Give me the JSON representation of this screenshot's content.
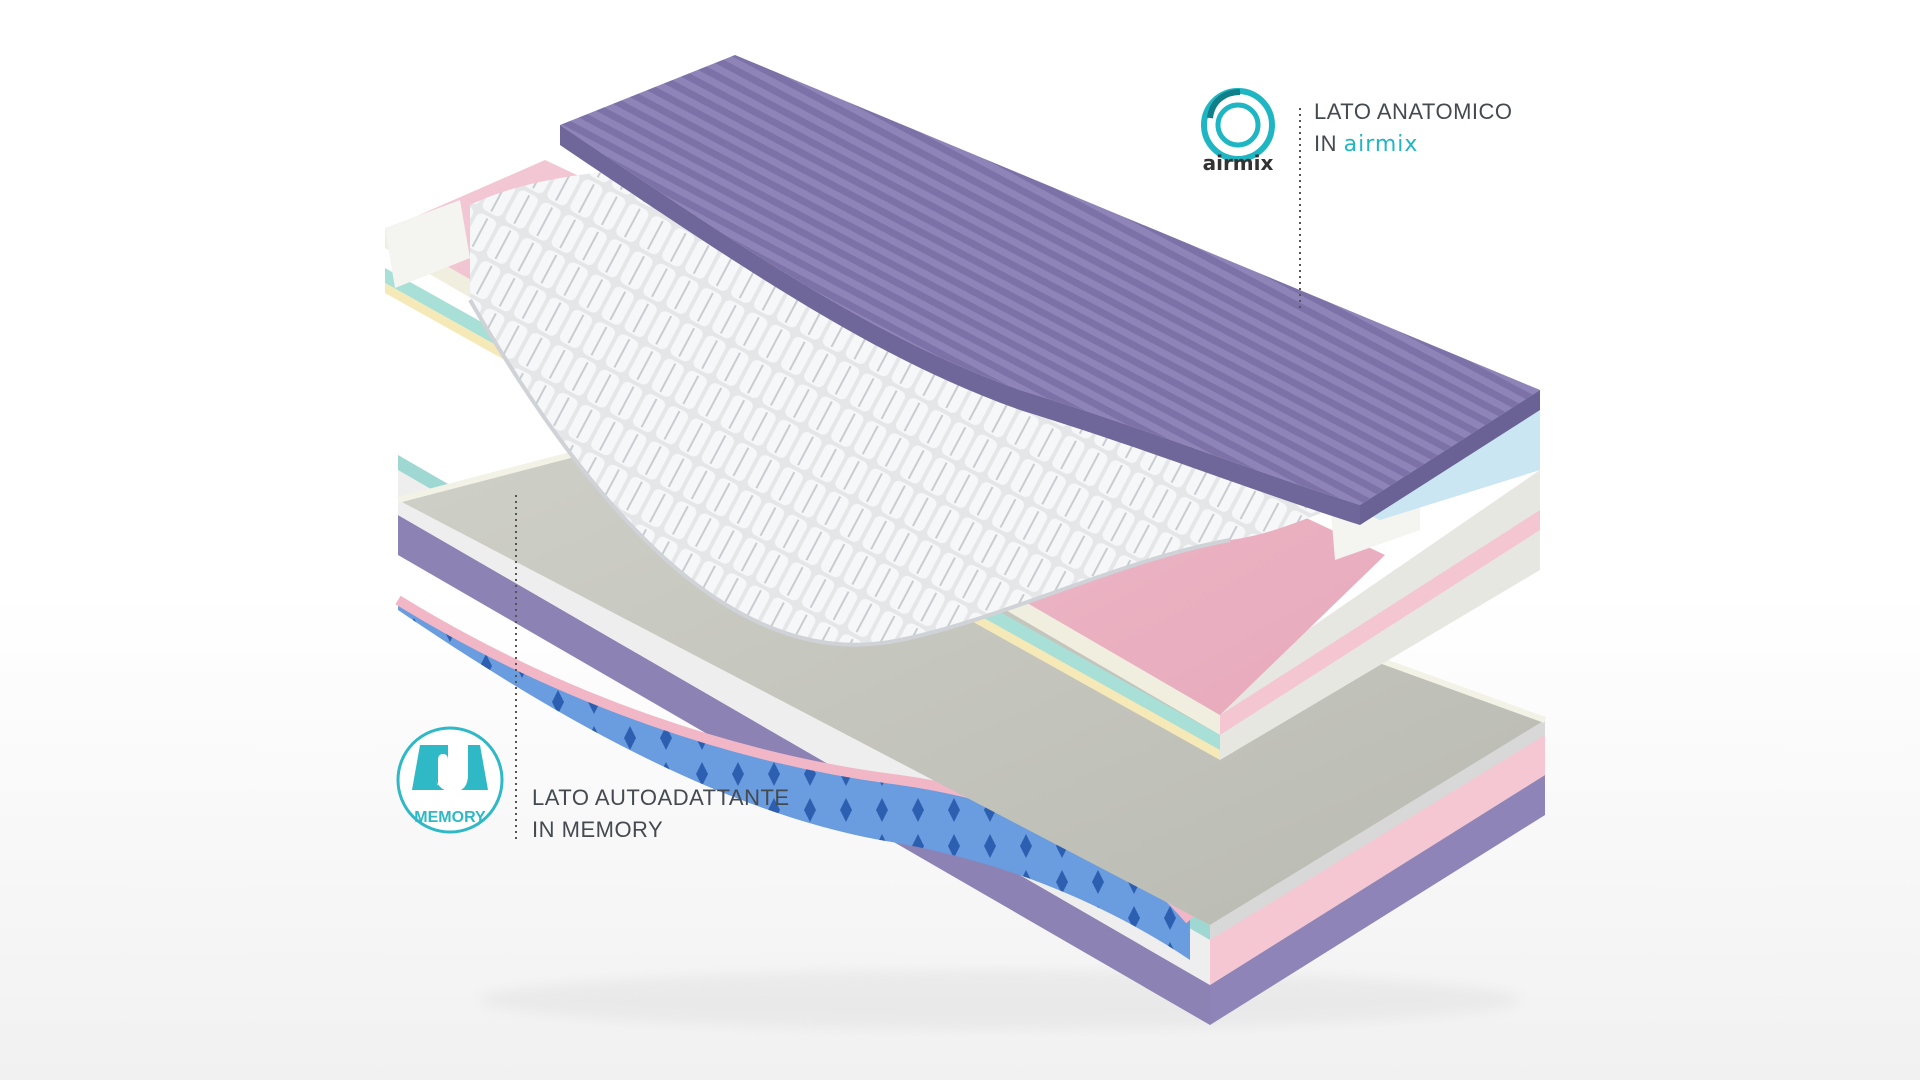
{
  "top_callout": {
    "line1": "LATO ANATOMICO",
    "line2_prefix": "IN",
    "brand": "airmix"
  },
  "bottom_callout": {
    "line1": "LATO AUTOADATTANTE",
    "line2": "IN MEMORY"
  },
  "logos": {
    "airmix_logo_text": "airmix",
    "memory_badge_text": "MEMORY"
  },
  "colors": {
    "accent_teal": "#1fb6c4",
    "top_foam_purple": "#8e84b8",
    "memory_blue": "#5a8fd6",
    "pink_layer": "#eab9c8",
    "pale_cover": "#c9cbc3",
    "text_gray": "#444a50"
  },
  "icons": [
    "airmix-logo-icon",
    "memory-hand-icon"
  ]
}
